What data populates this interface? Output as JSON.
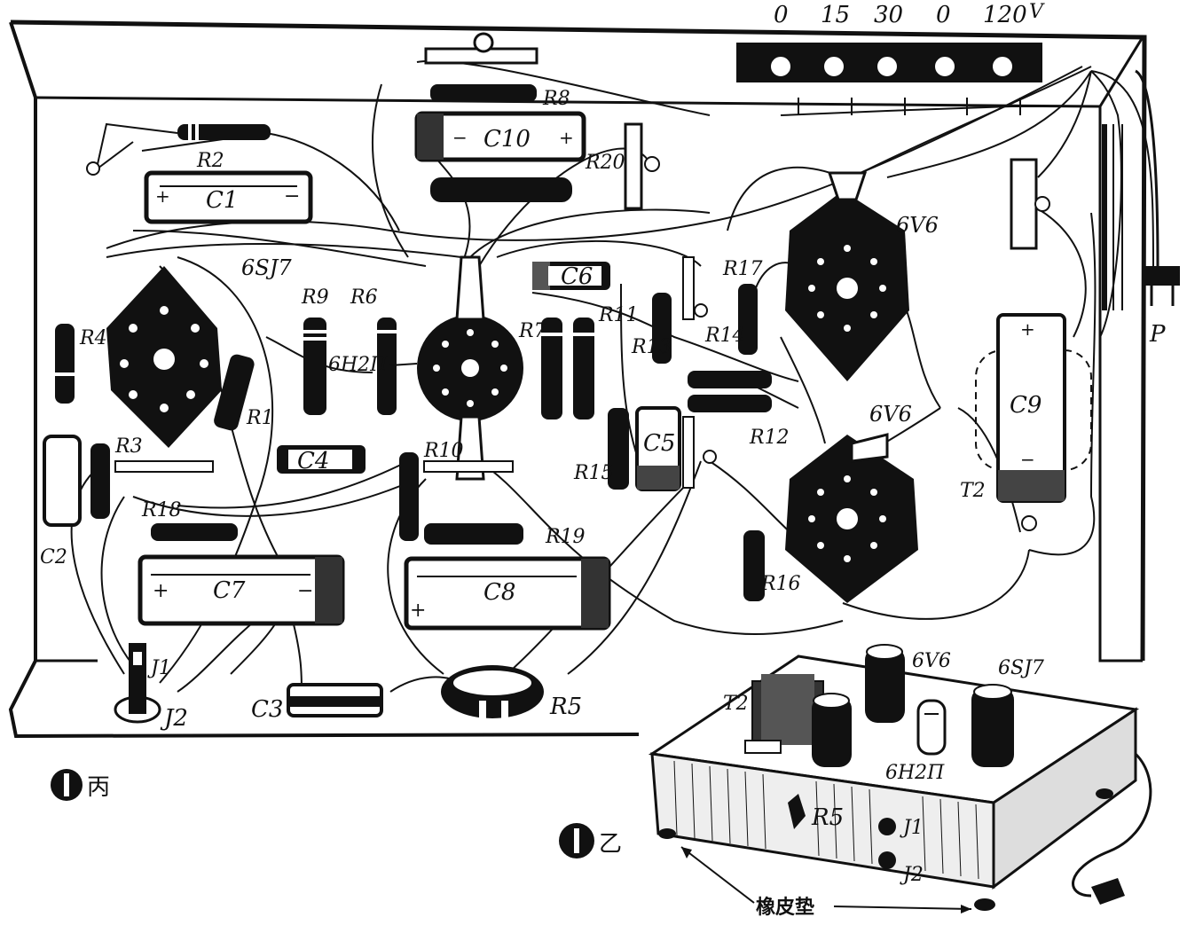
{
  "terminal_labels": [
    "0",
    "15",
    "30",
    "0",
    "120"
  ],
  "terminal_unit_mark": "V",
  "components": {
    "R2": "R2",
    "C1": "C1",
    "R8": "R8",
    "C10": "C10",
    "R20": "R20",
    "tube_6SJ7": "6SJ7",
    "R9": "R9",
    "R6": "R6",
    "tube_6H2P": "6H2П",
    "C6": "C6",
    "R17": "R17",
    "tube_6V6_a": "6V6",
    "R14": "R14",
    "R7": "R7",
    "R11": "R11",
    "R13": "R13",
    "R4": "R4",
    "R1": "R1",
    "R3": "R3",
    "C4": "C4",
    "R10": "R10",
    "C5": "C5",
    "R12": "R12",
    "R15": "R15",
    "tube_6V6_b": "6V6",
    "C9": "C9",
    "T2_lower": "T2",
    "C2": "C2",
    "R18": "R18",
    "R19": "R19",
    "R16": "R16",
    "C7": "C7",
    "C8": "C8",
    "J1": "J1",
    "J2": "J2",
    "C3": "C3",
    "R5": "R5",
    "P": "P"
  },
  "figure_label_bing": "丙",
  "figure_label_yi": "乙",
  "inset": {
    "T2": "T2",
    "tube_6V6": "6V6",
    "tube_6SJ7": "6SJ7",
    "tube_6H2P": "6H2П",
    "R5": "R5",
    "J1": "J1",
    "J2": "J2",
    "rubber_feet": "橡皮垫"
  }
}
